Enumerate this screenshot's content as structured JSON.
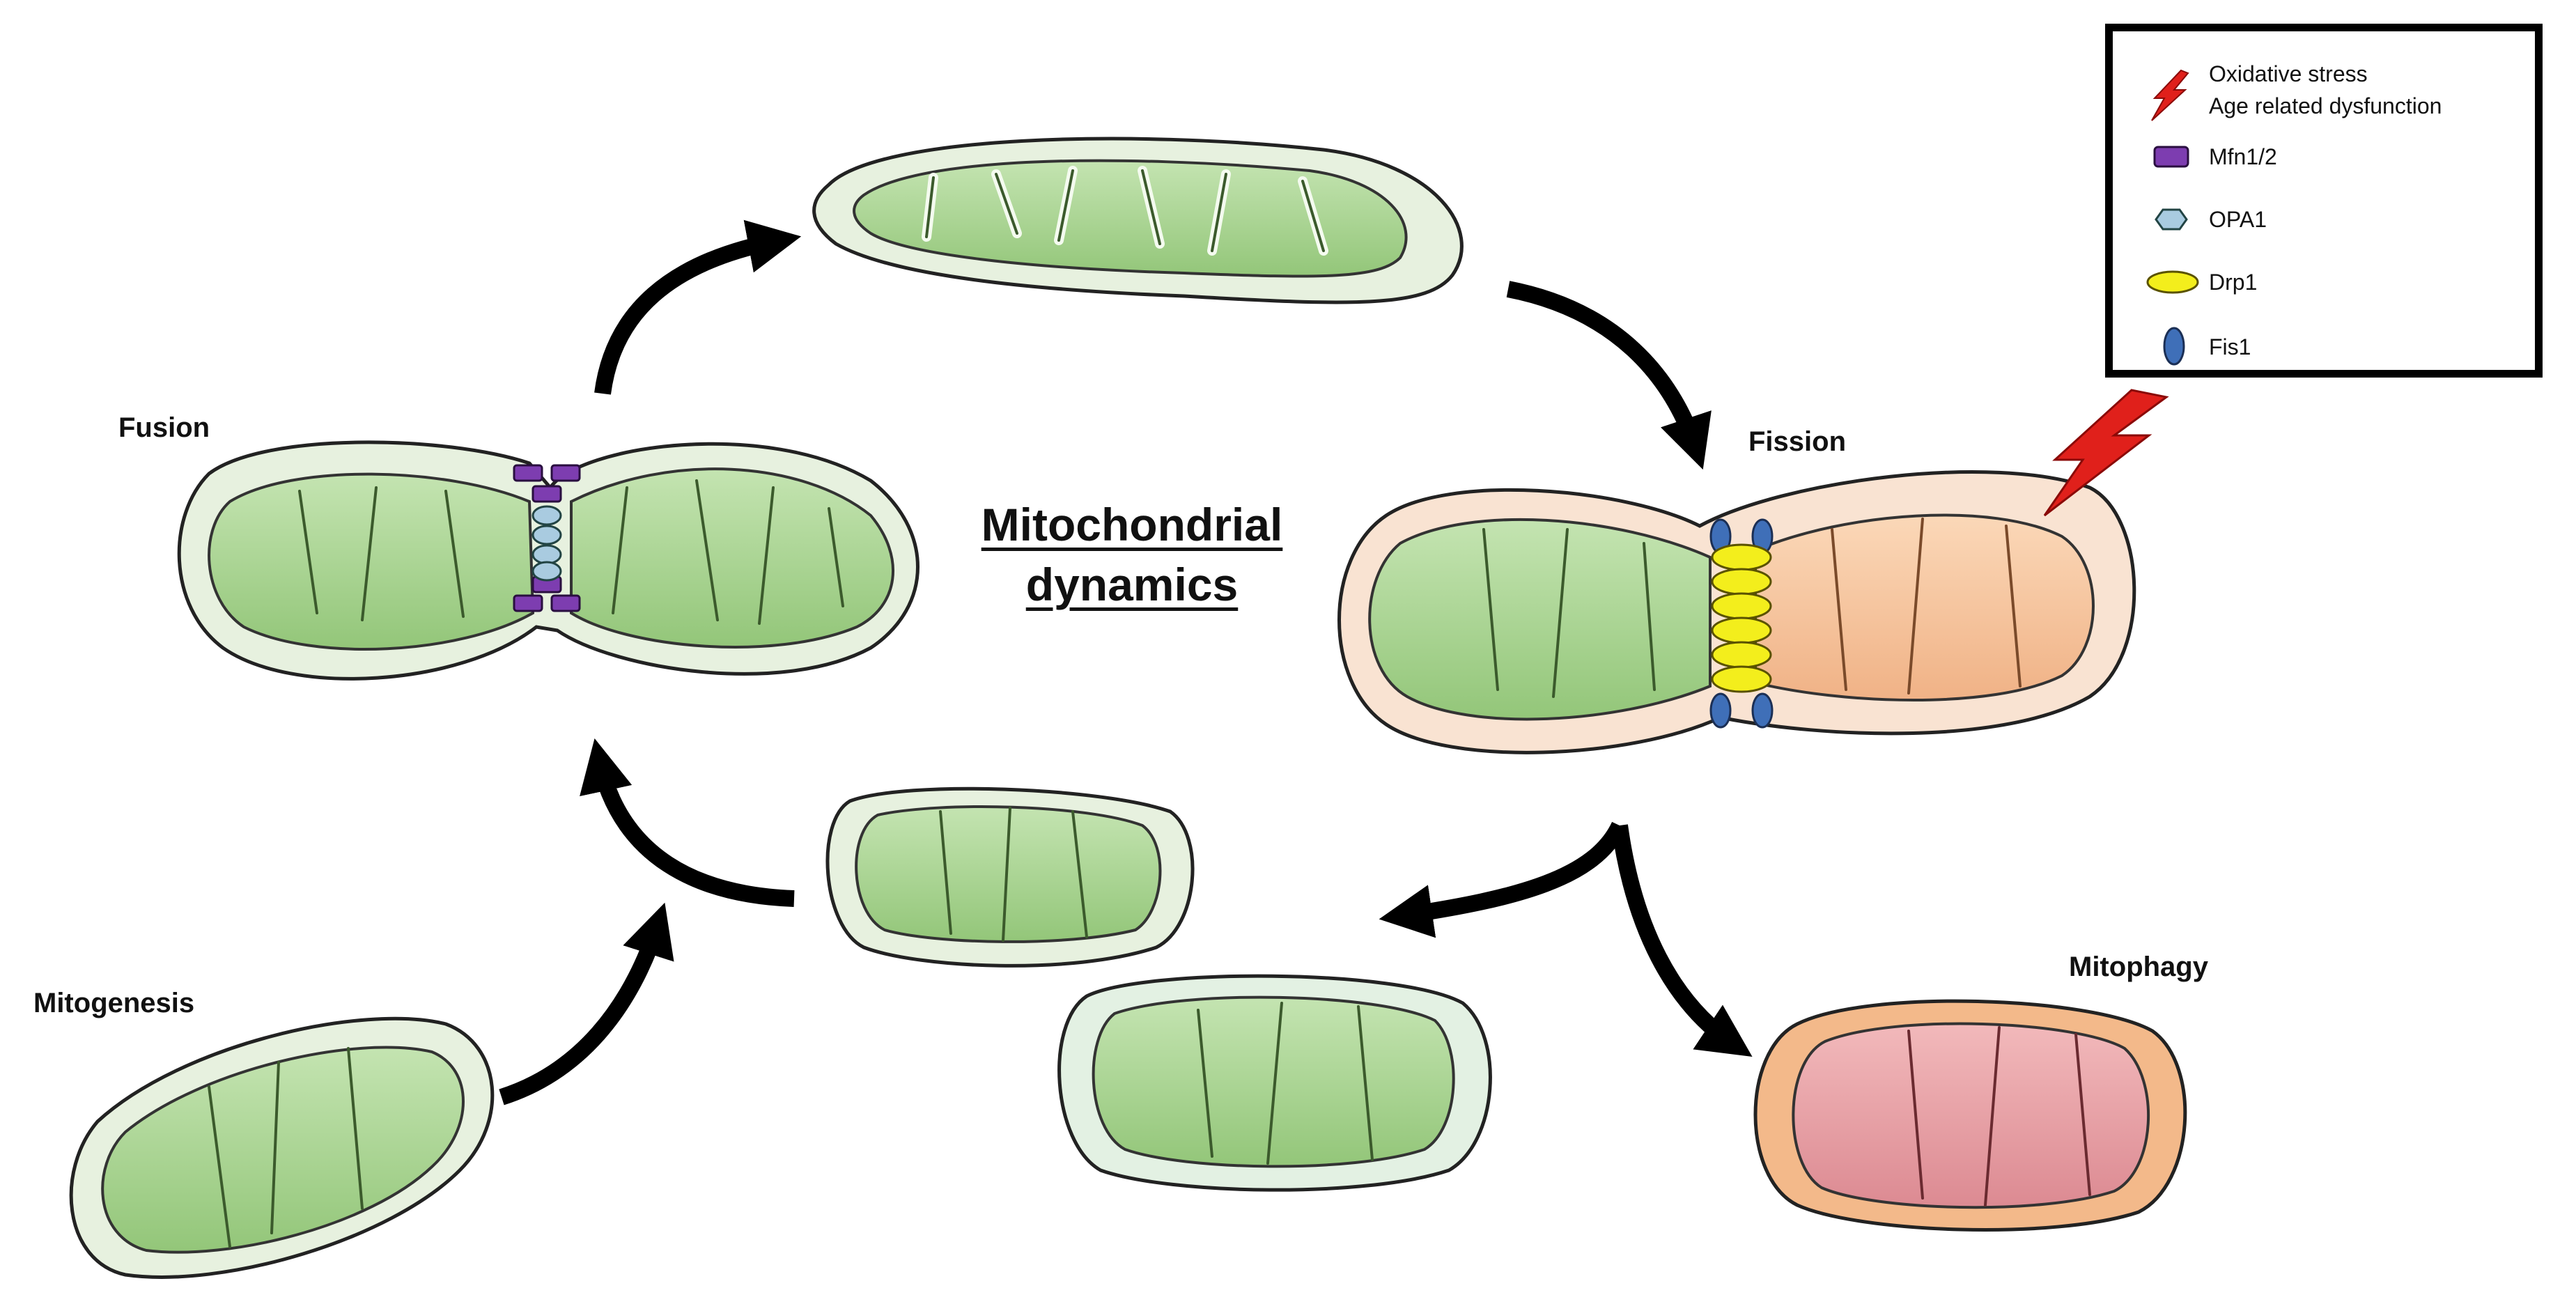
{
  "title": {
    "line1": "Mitochondrial",
    "line2": "dynamics"
  },
  "stages": {
    "fusion": "Fusion",
    "fission": "Fission",
    "mitogenesis": "Mitogenesis",
    "mitophagy": "Mitophagy"
  },
  "legend": {
    "stress_line1": "Oxidative stress",
    "stress_line2": "Age related dysfunction",
    "mfn": "Mfn1/2",
    "opa1": "OPA1",
    "drp1": "Drp1",
    "fis1": "Fis1"
  },
  "colors": {
    "healthy_matrix": "#a6d38d",
    "healthy_envelope": "#e7f1df",
    "stressed_matrix": "#f6c49c",
    "stressed_envelope": "#f9e3d2",
    "mitophagy_matrix": "#e59aa0",
    "mitophagy_envelope": "#f3b98a",
    "mfn": "#7d3db0",
    "opa1": "#a9cbe0",
    "drp1": "#f3ee1c",
    "fis1": "#3f6fb8",
    "lightning": "#e0201b",
    "arrows": "#000000"
  }
}
